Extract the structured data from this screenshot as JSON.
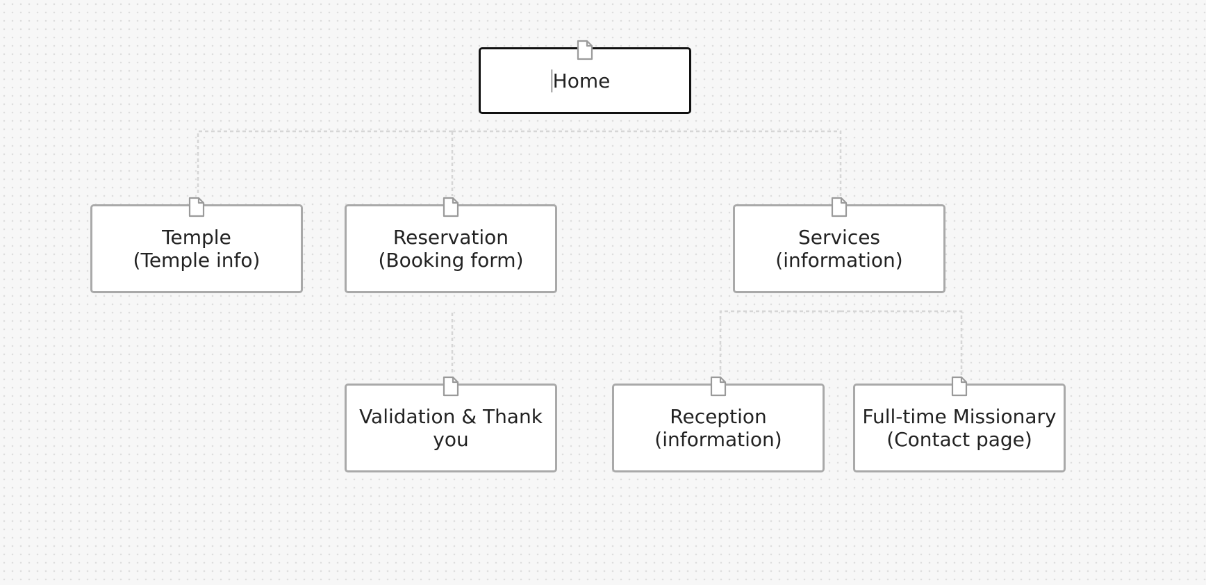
{
  "diagram": {
    "nodes": [
      {
        "id": "home",
        "label": "Home",
        "selected": true
      },
      {
        "id": "temple",
        "label": "Temple\n(Temple info)",
        "selected": false
      },
      {
        "id": "reservation",
        "label": "Reservation\n(Booking form)",
        "selected": false
      },
      {
        "id": "services",
        "label": "Services\n(information)",
        "selected": false
      },
      {
        "id": "validation",
        "label": "Validation & Thank\nyou",
        "selected": false
      },
      {
        "id": "reception",
        "label": "Reception\n(information)",
        "selected": false
      },
      {
        "id": "missionary",
        "label": "Full-time Missionary\n(Contact page)",
        "selected": false
      }
    ],
    "edges": [
      {
        "from": "home",
        "to": "temple"
      },
      {
        "from": "home",
        "to": "reservation"
      },
      {
        "from": "home",
        "to": "services"
      },
      {
        "from": "reservation",
        "to": "validation"
      },
      {
        "from": "services",
        "to": "reception"
      },
      {
        "from": "services",
        "to": "missionary"
      }
    ],
    "node_icon": "page-icon",
    "colors": {
      "canvas_background": "#f7f7f7",
      "node_border": "#a9a9a9",
      "selected_border": "#111111",
      "connector": "#d6d6d6"
    }
  }
}
